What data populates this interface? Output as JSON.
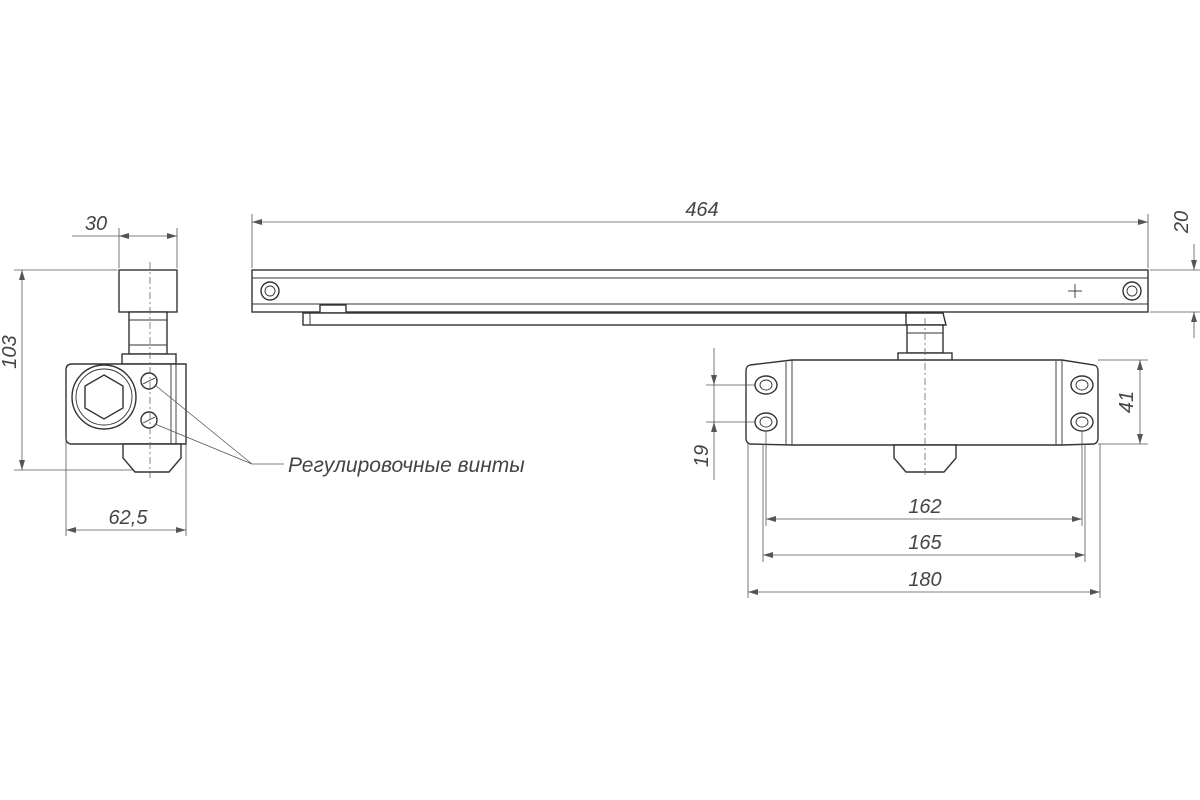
{
  "dimensions": {
    "arm_length": "464",
    "arm_height": "20",
    "side_width": "30",
    "side_height": "103",
    "side_depth": "62,5",
    "mount_distance": "162",
    "body_length_inner": "165",
    "body_length_total": "180",
    "hole_spacing_vertical": "19",
    "body_height": "41"
  },
  "annotations": {
    "adjustment_screws": "Регулировочные винты"
  }
}
